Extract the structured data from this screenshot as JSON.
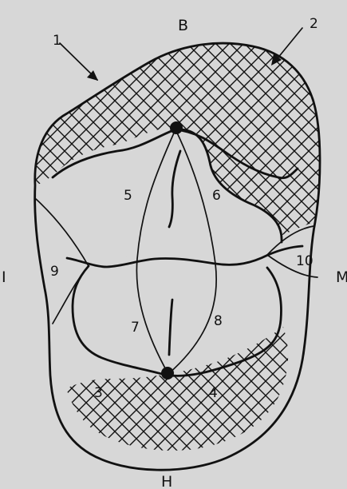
{
  "diagram": {
    "labels": {
      "b": "B",
      "h": "H",
      "i": "I",
      "m": "M",
      "n1": "1",
      "n2": "2",
      "n3": "3",
      "n4": "4",
      "n5": "5",
      "n6": "6",
      "n7": "7",
      "n8": "8",
      "n9": "9",
      "n10": "10"
    }
  }
}
